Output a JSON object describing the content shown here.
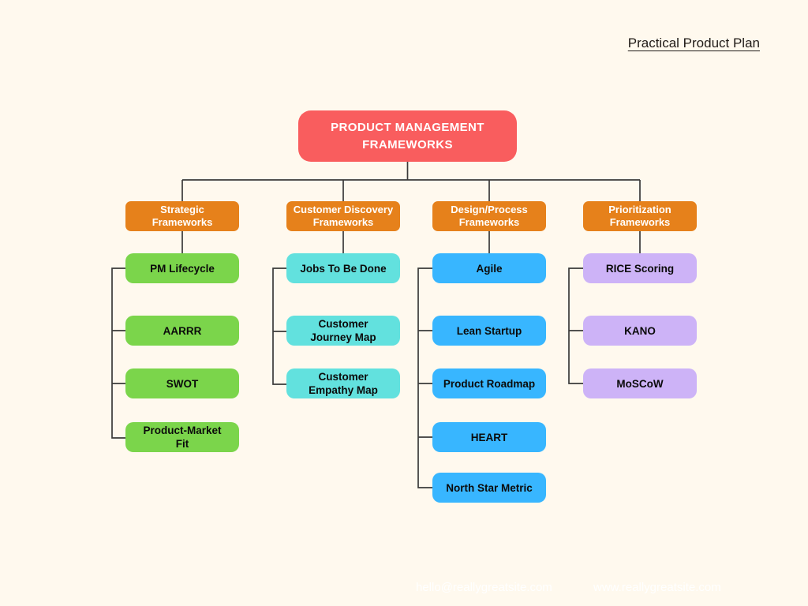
{
  "page": {
    "background_color": "#FFF9EE",
    "connector_line_color": "#3A3A3A"
  },
  "header": {
    "brand_link": "Practical Product Plan"
  },
  "root": {
    "title": "PRODUCT MANAGEMENT\nFRAMEWORKS",
    "color": "#F95D5E",
    "text_color": "#FFFFFF"
  },
  "columns": [
    {
      "header": "Strategic\nFrameworks",
      "header_color": "#E6811B",
      "item_color": "#7BD54B",
      "items": [
        "PM Lifecycle",
        "AARRR",
        "SWOT",
        "Product-Market\nFit"
      ]
    },
    {
      "header": "Customer Discovery\nFrameworks",
      "header_color": "#E6811B",
      "item_color": "#62E1DE",
      "items": [
        "Jobs To Be Done",
        "Customer\nJourney Map",
        "Customer\nEmpathy Map"
      ]
    },
    {
      "header": "Design/Process\nFrameworks",
      "header_color": "#E6811B",
      "item_color": "#38B6FF",
      "items": [
        "Agile",
        "Lean Startup",
        "Product Roadmap",
        "HEART",
        "North Star Metric"
      ]
    },
    {
      "header": "Prioritization\nFrameworks",
      "header_color": "#E6811B",
      "item_color": "#CDB3F7",
      "items": [
        "RICE Scoring",
        "KANO",
        "MoSCoW"
      ]
    }
  ],
  "footer": {
    "email": "hello@reallygreatsite.com",
    "website": "www.reallygreatsite.com",
    "text_color": "#FFFFFF"
  }
}
